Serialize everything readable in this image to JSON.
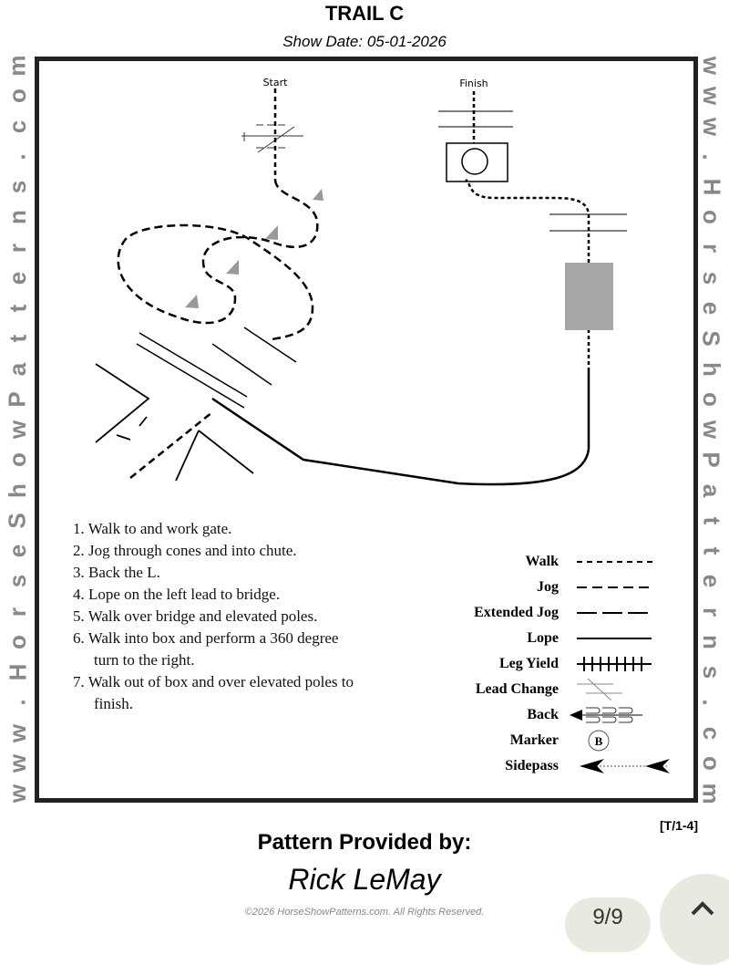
{
  "header": {
    "title": "TRAIL C",
    "show_date": "Show Date: 05-01-2026"
  },
  "watermark": "www.HorseShowPatterns.com",
  "diagram": {
    "start_label": "Start",
    "finish_label": "Finish"
  },
  "steps": [
    "1. Walk to and work gate.",
    "2. Jog through cones and into chute.",
    "3. Back the L.",
    "4. Lope on the  left lead to bridge.",
    "5. Walk over bridge and elevated poles.",
    "6. Walk into box and perform a 360 degree",
    "turn to the right.",
    "7. Walk out of  box and over elevated poles to",
    "finish."
  ],
  "legend": [
    "Walk",
    "Jog",
    "Extended Jog",
    "Lope",
    "Leg Yield",
    "Lead Change",
    "Back",
    "Marker",
    "Sidepass"
  ],
  "marker_letter": "B",
  "footer": {
    "code": "[T/1-4]",
    "provided_by": "Pattern Provided by:",
    "author": "Rick LeMay",
    "copyright": "©2026 HorseShowPatterns.com. All Rights Reserved.",
    "page": "9/9"
  }
}
